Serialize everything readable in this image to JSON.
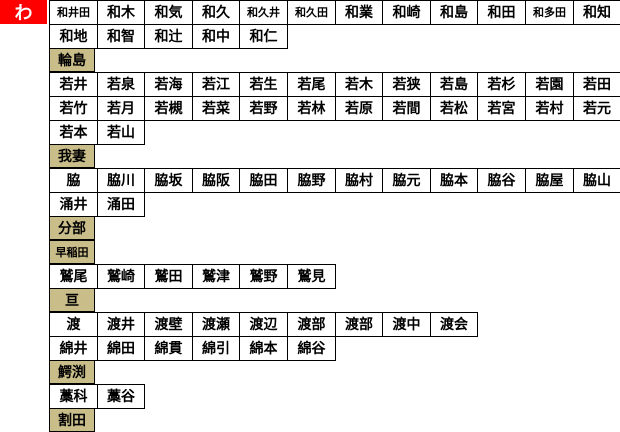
{
  "header": {
    "kana": "わ"
  },
  "rows": [
    {
      "type": "names",
      "cells": [
        "和井田",
        "和木",
        "和気",
        "和久",
        "和久井",
        "和久田",
        "和業",
        "和崎",
        "和島",
        "和田",
        "和多田",
        "和知"
      ]
    },
    {
      "type": "names",
      "cells": [
        "和地",
        "和智",
        "和辻",
        "和中",
        "和仁"
      ]
    },
    {
      "type": "group",
      "label": "輪島"
    },
    {
      "type": "names",
      "cells": [
        "若井",
        "若泉",
        "若海",
        "若江",
        "若生",
        "若尾",
        "若木",
        "若狭",
        "若島",
        "若杉",
        "若園",
        "若田"
      ]
    },
    {
      "type": "names",
      "cells": [
        "若竹",
        "若月",
        "若槻",
        "若菜",
        "若野",
        "若林",
        "若原",
        "若間",
        "若松",
        "若宮",
        "若村",
        "若元"
      ]
    },
    {
      "type": "names",
      "cells": [
        "若本",
        "若山"
      ]
    },
    {
      "type": "group",
      "label": "我妻"
    },
    {
      "type": "names",
      "cells": [
        "脇",
        "脇川",
        "脇坂",
        "脇阪",
        "脇田",
        "脇野",
        "脇村",
        "脇元",
        "脇本",
        "脇谷",
        "脇屋",
        "脇山"
      ]
    },
    {
      "type": "names",
      "cells": [
        "涌井",
        "涌田"
      ]
    },
    {
      "type": "group",
      "label": "分部"
    },
    {
      "type": "group",
      "label": "早稲田"
    },
    {
      "type": "names",
      "cells": [
        "鷲尾",
        "鷲崎",
        "鷲田",
        "鷲津",
        "鷲野",
        "鷲見"
      ]
    },
    {
      "type": "group",
      "label": "亘"
    },
    {
      "type": "names",
      "cells": [
        "渡",
        "渡井",
        "渡壁",
        "渡瀬",
        "渡辺",
        "渡部",
        "渡部",
        "渡中",
        "渡会"
      ]
    },
    {
      "type": "names",
      "cells": [
        "綿井",
        "綿田",
        "綿貫",
        "綿引",
        "綿本",
        "綿谷"
      ]
    },
    {
      "type": "group",
      "label": "鰐渕"
    },
    {
      "type": "names",
      "cells": [
        "藁科",
        "藁谷"
      ]
    },
    {
      "type": "group",
      "label": "割田"
    }
  ]
}
